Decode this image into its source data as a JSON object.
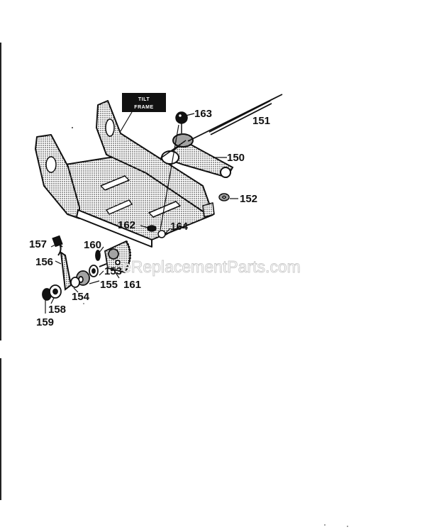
{
  "frame_label": [
    "TILT",
    "FRAME"
  ],
  "watermark": "eReplacementParts.com",
  "callouts": {
    "p150": "150",
    "p151": "151",
    "p152": "152",
    "p153": "153",
    "p154": "154",
    "p155": "155",
    "p156": "156",
    "p157": "157",
    "p158": "158",
    "p159": "159",
    "p160": "160",
    "p161": "161",
    "p162": "162",
    "p163": "163",
    "p164": "164"
  },
  "colors": {
    "ink": "#111111",
    "shade": "#9a9a9a",
    "watermark_outline": "#c9c9c9"
  }
}
